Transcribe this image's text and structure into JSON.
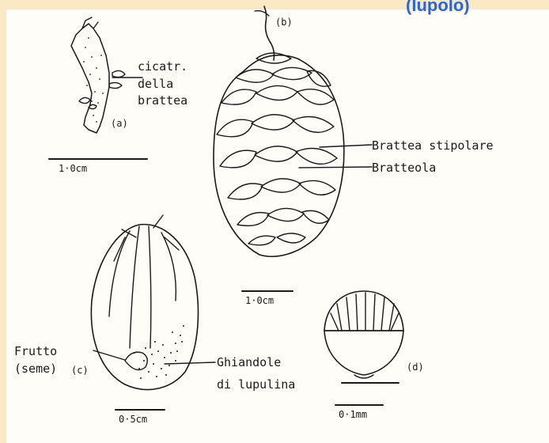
{
  "header_fragment": "(lupolo)",
  "labels": {
    "a": {
      "panel_letter": "(a)",
      "callout_line1": "cicatr.",
      "callout_line2": "della",
      "callout_line3": "brattea",
      "scale": "1·0cm"
    },
    "b": {
      "panel_letter": "(b)",
      "callout_stipular": "Brattea stipolare",
      "callout_bracteole": "Bratteola",
      "scale": "1·0cm"
    },
    "c": {
      "panel_letter": "(c)",
      "callout_fruit_line1": "Frutto",
      "callout_fruit_line2": "(seme)",
      "callout_glands_line1": "Ghiandole",
      "callout_glands_line2": "di lupulina",
      "scale": "0·5cm"
    },
    "d": {
      "panel_letter": "(d)",
      "scale": "0·1mm"
    }
  },
  "colors": {
    "ink": "#1a1a1a",
    "frame": "#fbe8c4",
    "header_text": "#2b66d9"
  }
}
